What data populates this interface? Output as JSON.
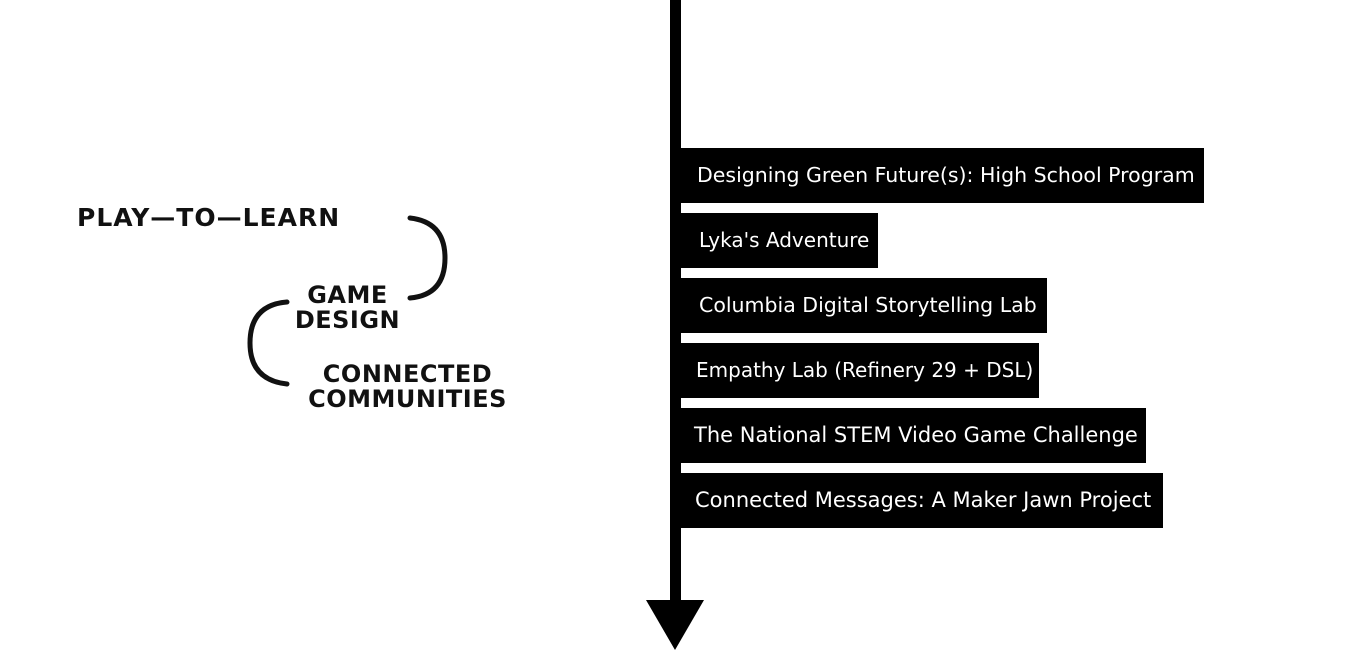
{
  "headings": {
    "play_to_learn": "PLAY—TO—LEARN",
    "game_design_line1": "GAME",
    "game_design_line2": "DESIGN",
    "connected_line1": "CONNECTED",
    "connected_line2": "COMMUNITIES"
  },
  "colors": {
    "background": "#ffffff",
    "ink": "#000000",
    "item_text": "#ffffff"
  },
  "timeline": {
    "arrow_icon": "down-arrow"
  },
  "projects": [
    {
      "label": "Designing Green Future(s): High School Program"
    },
    {
      "label": "Lyka's Adventure"
    },
    {
      "label": "Columbia Digital Storytelling Lab"
    },
    {
      "label": "Empathy Lab (Refinery 29 + DSL)"
    },
    {
      "label": "The National STEM Video Game Challenge"
    },
    {
      "label": "Connected Messages: A Maker Jawn Project"
    }
  ]
}
